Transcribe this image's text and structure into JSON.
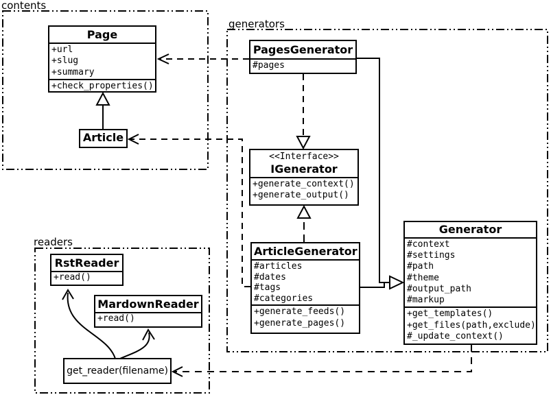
{
  "colors": {
    "stroke": "#000000",
    "background": "#ffffff"
  },
  "packages": {
    "contents": {
      "label": "contents"
    },
    "generators": {
      "label": "generators"
    },
    "readers": {
      "label": "readers"
    }
  },
  "classes": {
    "page": {
      "title": "Page",
      "attributes": [
        "+url",
        "+slug",
        "+summary"
      ],
      "methods": [
        "+check_properties()"
      ]
    },
    "article": {
      "title": "Article"
    },
    "pages_generator": {
      "title": "PagesGenerator",
      "attributes": [
        "#pages"
      ]
    },
    "igenerator": {
      "stereotype": "<<Interface>>",
      "title": "IGenerator",
      "methods": [
        "+generate_context()",
        "+generate_output()"
      ]
    },
    "article_generator": {
      "title": "ArticleGenerator",
      "attributes": [
        "#articles",
        "#dates",
        "#tags",
        "#categories"
      ],
      "methods": [
        "+generate_feeds()",
        "+generate_pages()"
      ]
    },
    "generator": {
      "title": "Generator",
      "attributes": [
        "#context",
        "#settings",
        "#path",
        "#theme",
        "#output_path",
        "#markup"
      ],
      "methods": [
        "+get_templates()",
        "+get_files(path,exclude)",
        "#_update_context()"
      ]
    },
    "rst_reader": {
      "title": "RstReader",
      "methods": [
        "+read()"
      ]
    },
    "markdown_reader": {
      "title": "MardownReader",
      "methods": [
        "+read()"
      ]
    },
    "get_reader": {
      "label": "get_reader(filename)"
    }
  }
}
